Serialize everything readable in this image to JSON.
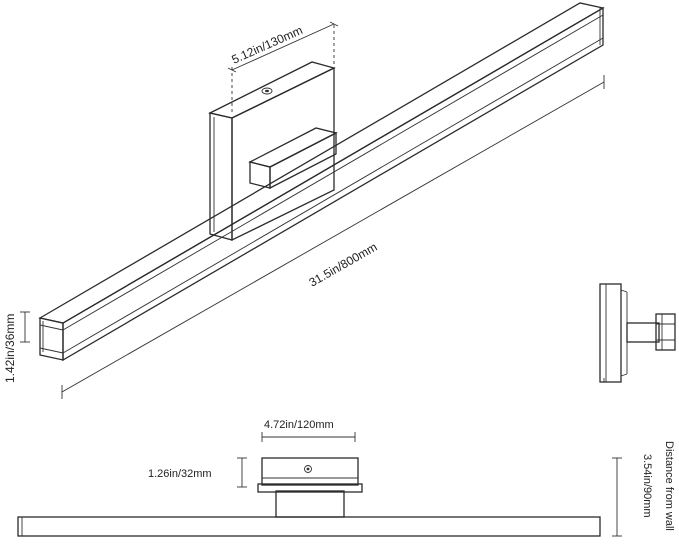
{
  "dimensions": {
    "mount_width": "5.12in/130mm",
    "total_length": "31.5in/800mm",
    "bar_height": "1.42in/36mm",
    "base_width": "4.72in/120mm",
    "base_height": "1.26in/32mm",
    "wall_distance_label": "Distance from wall",
    "wall_distance": "3.54in/90mm"
  }
}
